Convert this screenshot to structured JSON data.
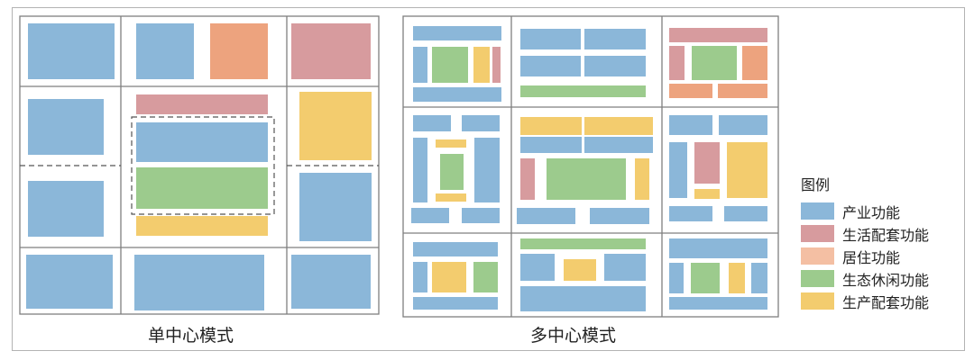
{
  "captions": {
    "single": "单中心模式",
    "multi": "多中心模式"
  },
  "legend": {
    "title": "图例",
    "items": [
      {
        "id": "industry",
        "label": "产业功能",
        "color": "#8bb7d9"
      },
      {
        "id": "life_service",
        "label": "生活配套功能",
        "color": "#d79b9e"
      },
      {
        "id": "residential",
        "label": "居住功能",
        "color": "#f4bfa3"
      },
      {
        "id": "eco_leisure",
        "label": "生态休闲功能",
        "color": "#9ccb8d"
      },
      {
        "id": "production_service",
        "label": "生产配套功能",
        "color": "#f3cc6e"
      }
    ]
  },
  "colors": {
    "industry": "#8bb7d9",
    "life_service": "#d79b9e",
    "residential": "#eda37e",
    "eco_leisure": "#9ccb8d",
    "production_service": "#f3cc6e",
    "grid_line": "#7f7f7f"
  }
}
